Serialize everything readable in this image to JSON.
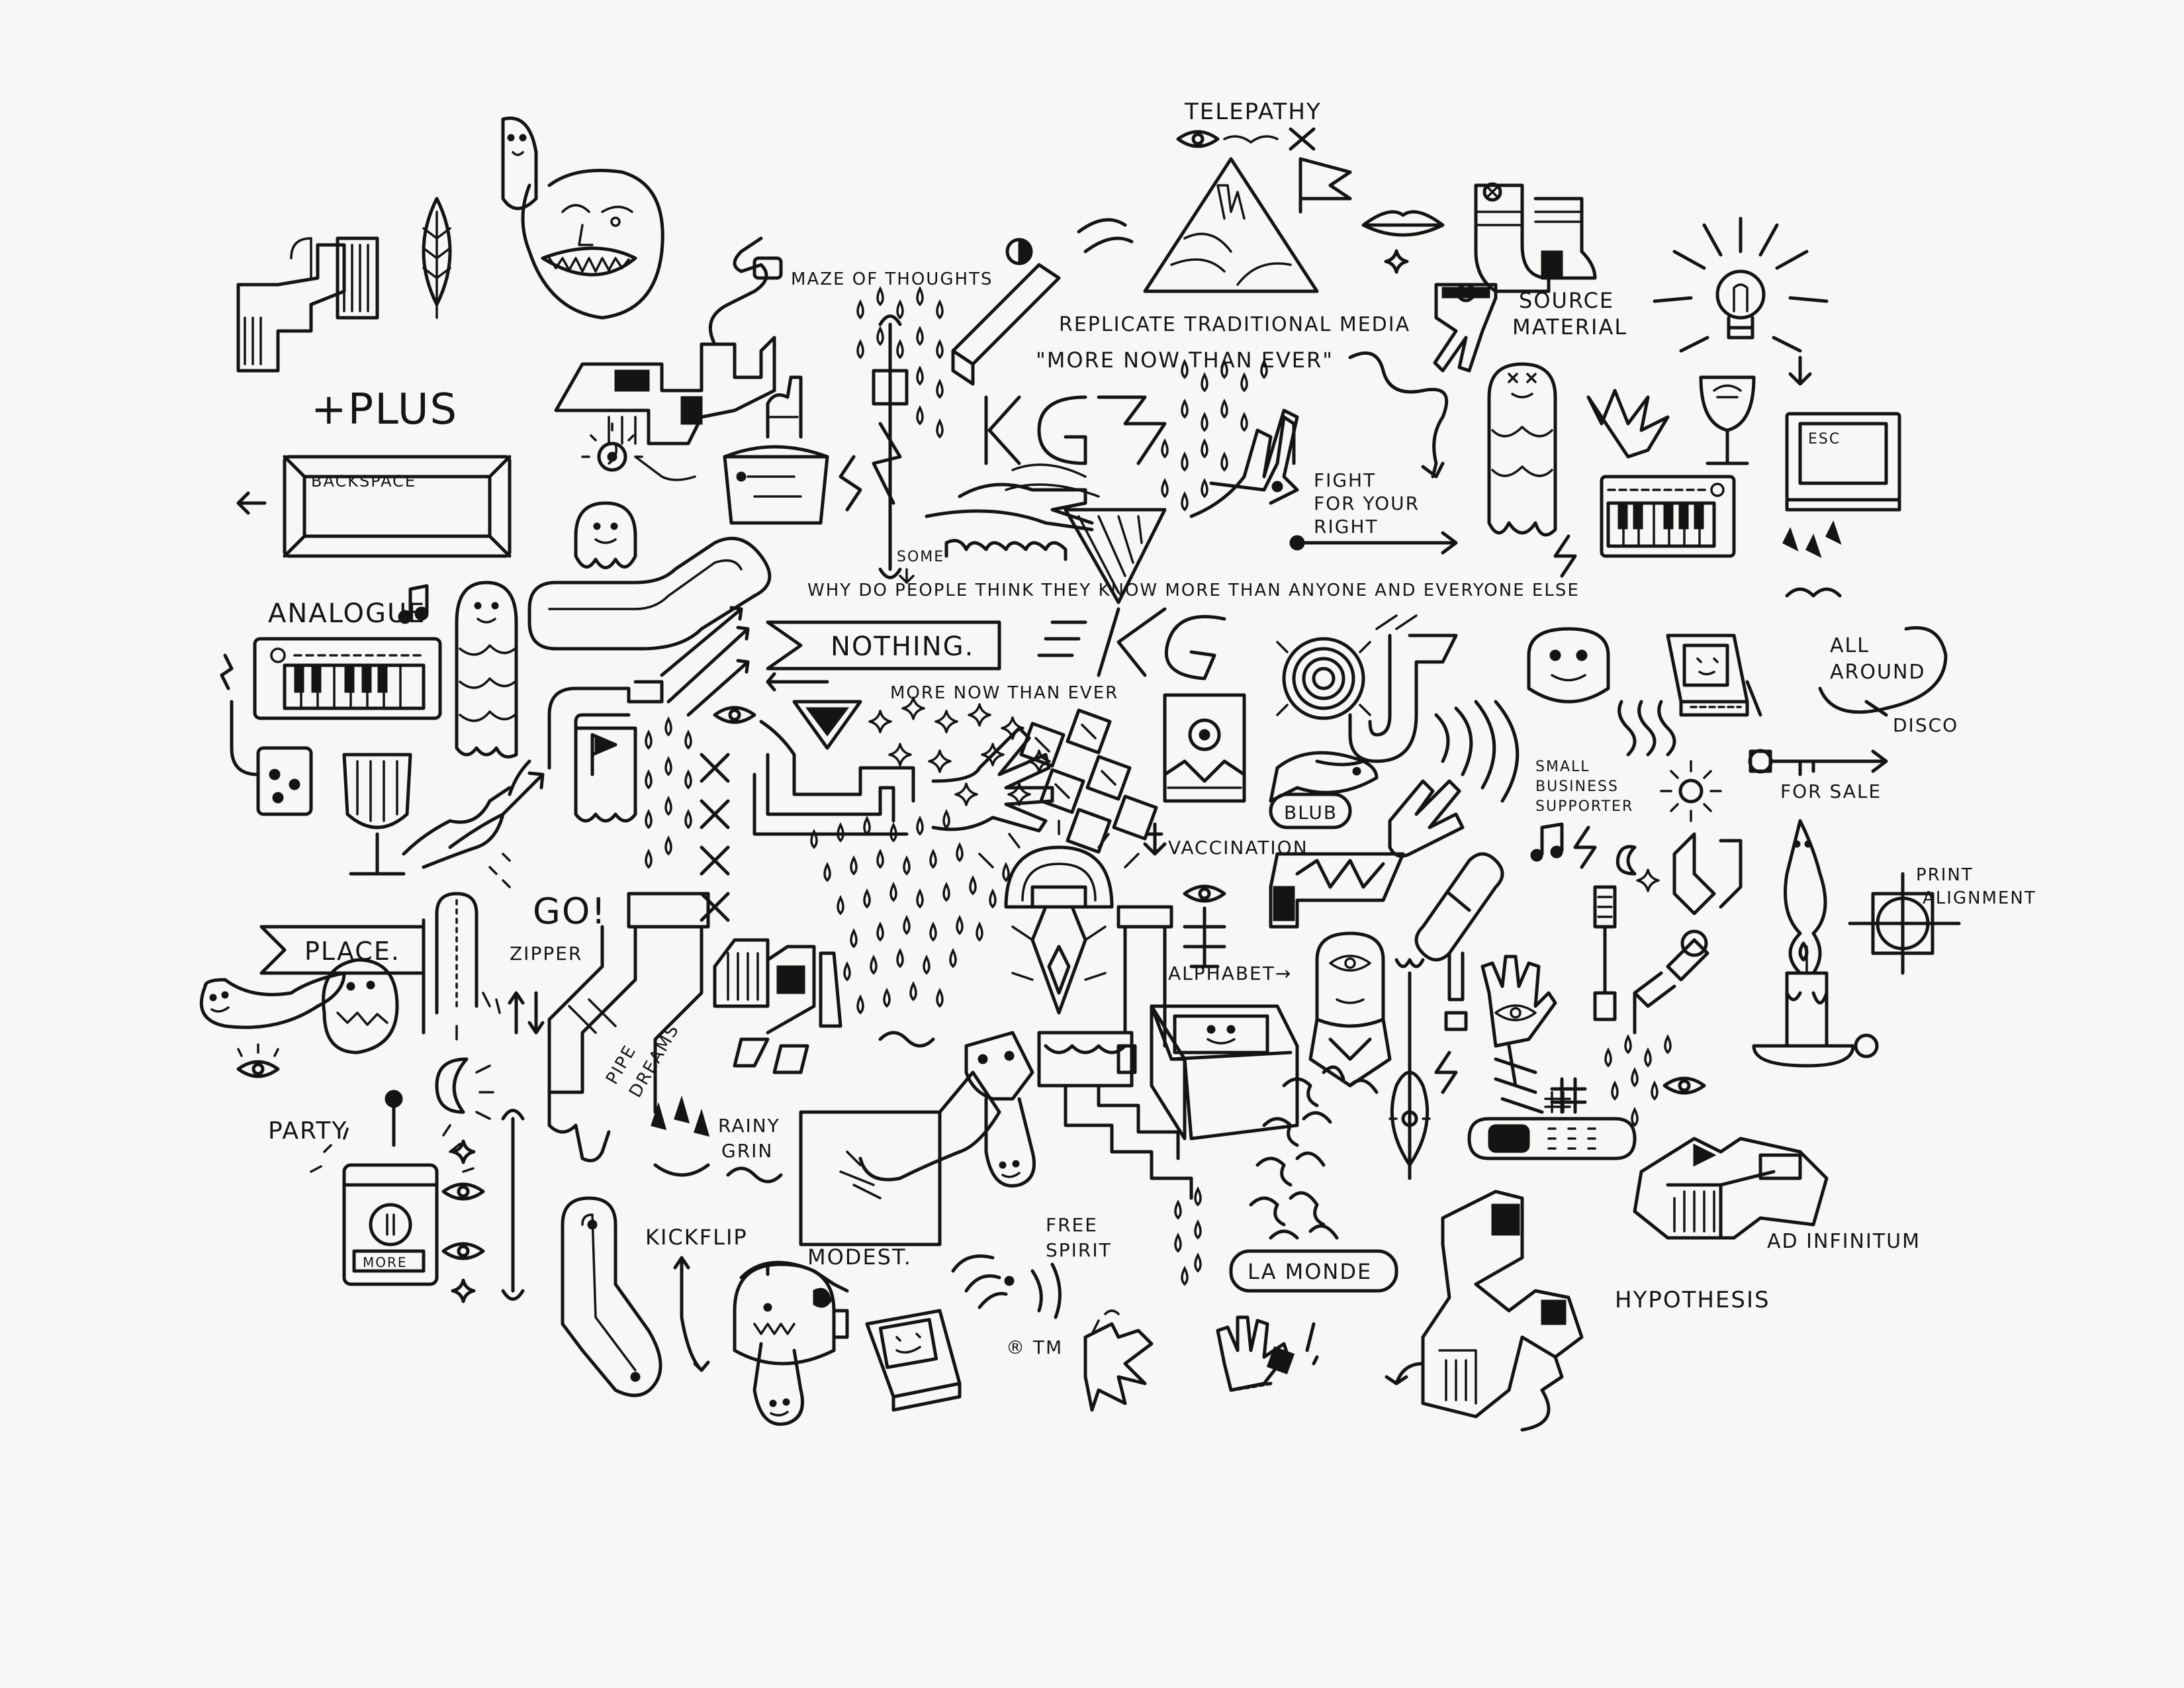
{
  "drawing": {
    "background": "#f7f7f6",
    "ink": "#141414",
    "labels": {
      "telepathy": "TELEPATHY",
      "maze_of_thoughts": "MAZE OF THOUGHTS",
      "replicate": "REPLICATE TRADITIONAL MEDIA",
      "more_now_quote": "\"MORE NOW THAN EVER\"",
      "source": "SOURCE",
      "material": "MATERIAL",
      "plus": "+PLUS",
      "backspace": "BACKSPACE",
      "fight": "FIGHT",
      "for_your": "FOR YOUR",
      "right": "RIGHT",
      "esc": "ESC",
      "some": "SOME",
      "why_do_people": "WHY DO PEOPLE THINK THEY KNOW MORE THAN ANYONE AND EVERYONE ELSE",
      "analogue": "ANALOGUE",
      "nothing": "NOTHING.",
      "kg": "KG",
      "all_around": "ALL",
      "all_around_2": "AROUND",
      "disco": "DISCO",
      "more_now": "MORE NOW THAN EVER",
      "small": "SMALL",
      "business": "BUSINESS",
      "supporter": "SUPPORTER",
      "for_sale": "FOR SALE",
      "blub": "BLUB",
      "vaccination": "VACCINATION",
      "go": "GO!",
      "print": "PRINT",
      "alignment": "ALIGNMENT",
      "place": "PLACE.",
      "zipper": "ZIPPER",
      "alphabet": "ALPHABET→",
      "pipe": "PIPE",
      "dreams": "DREAMS",
      "party": "PARTY",
      "rainy": "RAINY",
      "grin": "GRIN",
      "more": "MORE",
      "free": "FREE",
      "spirit": "SPIRIT",
      "modest": "MODEST.",
      "kickflip": "KICKFLIP",
      "la_monde": "LA MONDE",
      "ad_infinitum": "AD INFINITUM",
      "hypothesis": "HYPOTHESIS",
      "rtm": "® TM"
    }
  }
}
